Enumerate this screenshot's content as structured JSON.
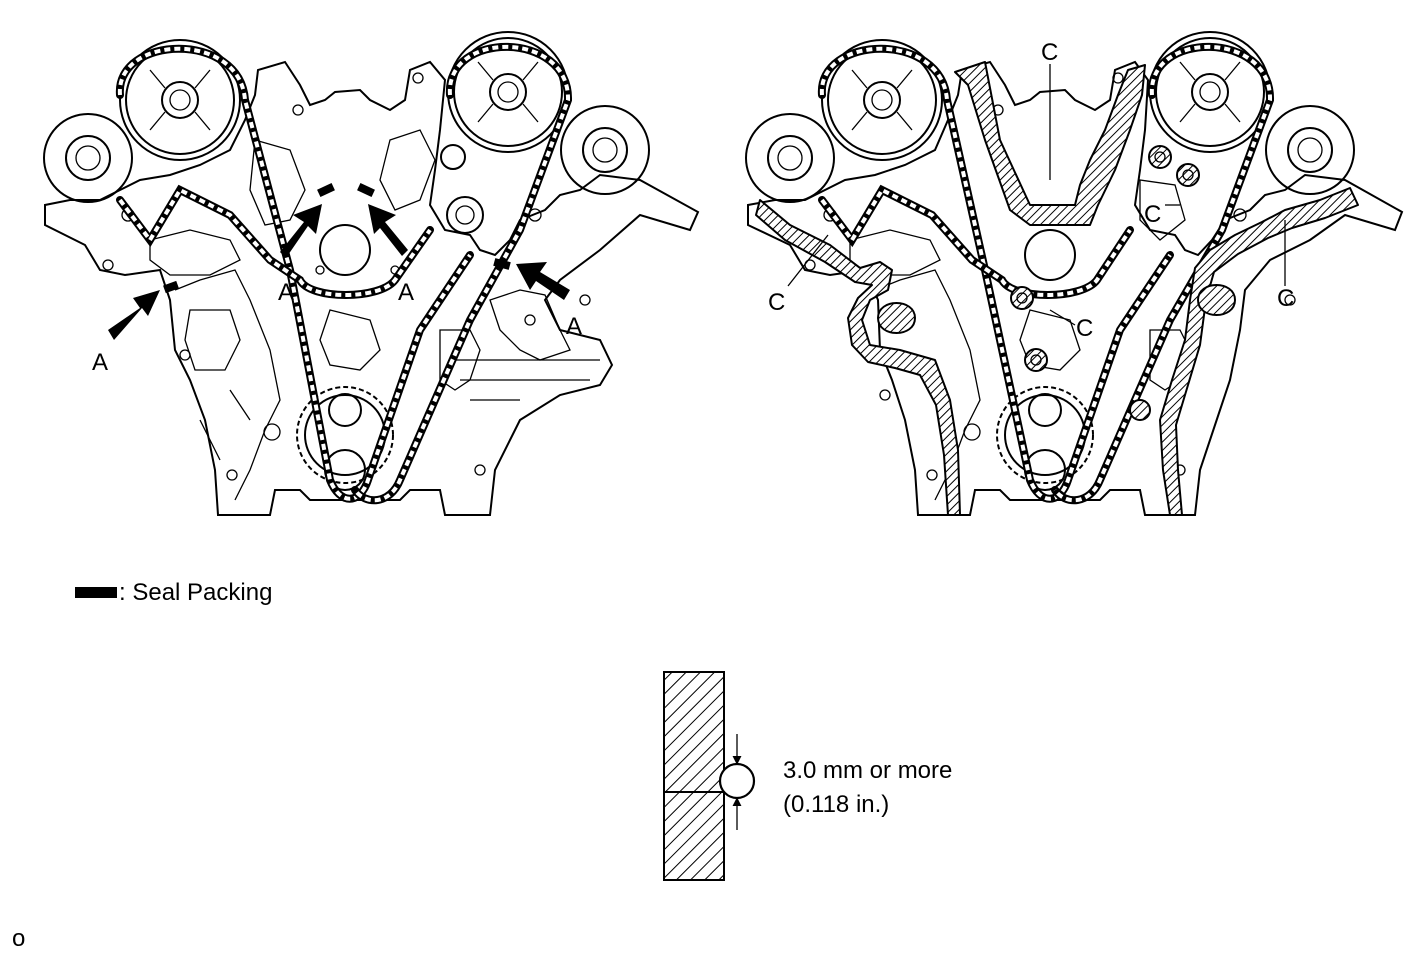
{
  "labels": {
    "a": "A",
    "c": "C"
  },
  "legend": {
    "text": ": Seal Packing"
  },
  "dimension": {
    "value": "3.0 mm or more",
    "imperial": "(0.118 in.)"
  },
  "footer": {
    "code": "o"
  }
}
